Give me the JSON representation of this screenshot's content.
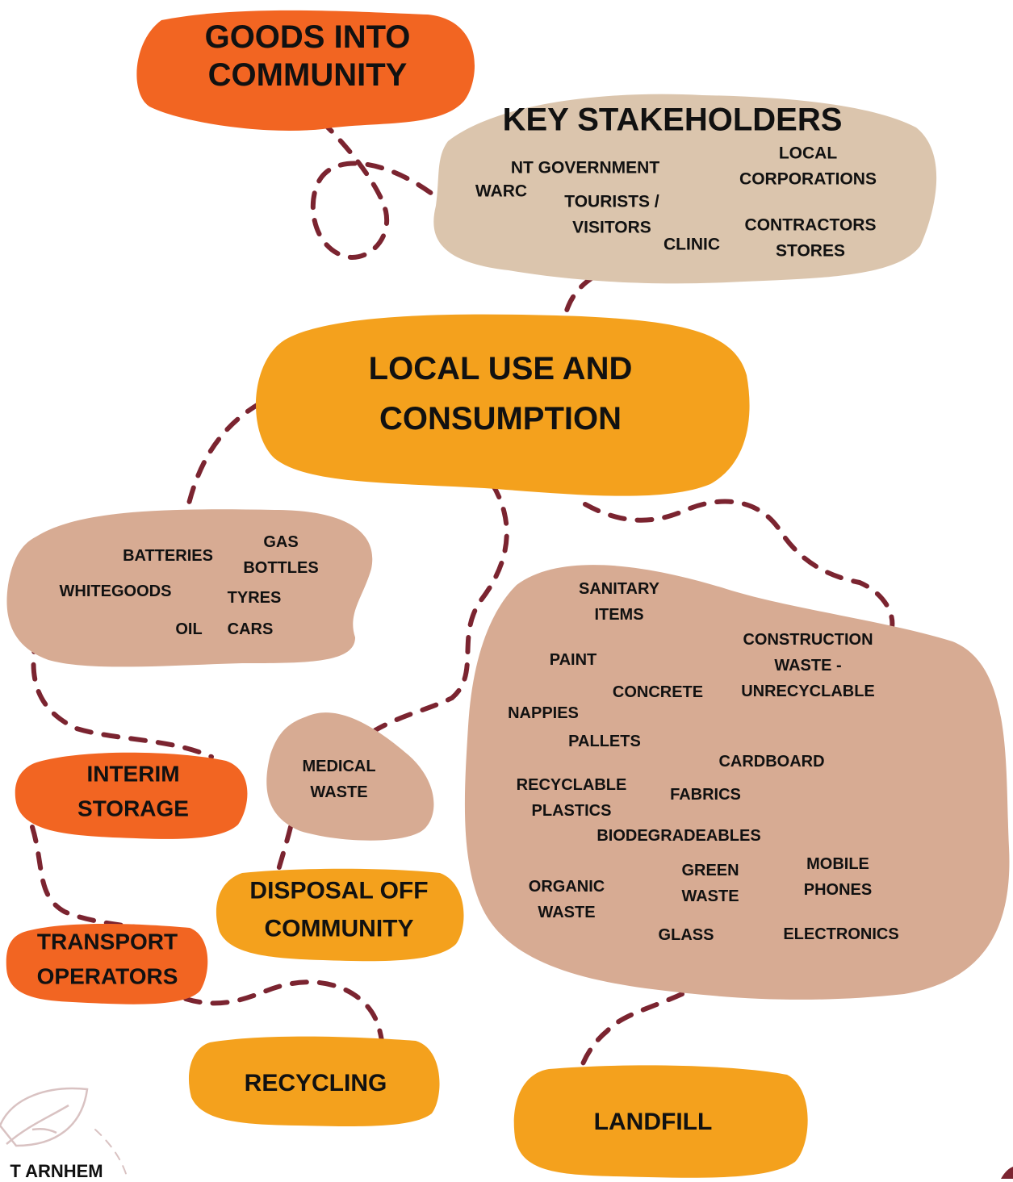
{
  "colors": {
    "dark_orange": "#f26522",
    "orange": "#f4a11d",
    "beige": "#dbc5ad",
    "tan": "#d7ab93",
    "connector": "#7b2430",
    "leaf": "#d9c2c2"
  },
  "nodes": {
    "goods_into_community": "GOODS INTO\nCOMMUNITY",
    "key_stakeholders": {
      "title": "KEY  STAKEHOLDERS",
      "items": [
        "NT GOVERNMENT",
        "WARC",
        "TOURISTS /\nVISITORS",
        "CLINIC",
        "LOCAL\nCORPORATIONS",
        "CONTRACTORS\nSTORES"
      ]
    },
    "local_use": "LOCAL USE AND\nCONSUMPTION",
    "hazardous_items": [
      "BATTERIES",
      "GAS\nBOTTLES",
      "WHITEGOODS",
      "TYRES",
      "OIL",
      "CARS"
    ],
    "medical_waste": "MEDICAL\nWASTE",
    "general_waste_items": [
      "SANITARY\nITEMS",
      "CONSTRUCTION\nWASTE -\nUNRECYCLABLE",
      "PAINT",
      "CONCRETE",
      "NAPPIES",
      "PALLETS",
      "CARDBOARD",
      "RECYCLABLE\nPLASTICS",
      "FABRICS",
      "BIODEGRADEABLES",
      "ORGANIC\nWASTE",
      "GREEN\nWASTE",
      "MOBILE\nPHONES",
      "GLASS",
      "ELECTRONICS"
    ],
    "interim_storage": "INTERIM\nSTORAGE",
    "transport_operators": "TRANSPORT\nOPERATORS",
    "disposal_off_community": "DISPOSAL OFF\nCOMMUNITY",
    "recycling": "RECYCLING",
    "landfill": "LANDFILL"
  },
  "logo": {
    "icon": "leaf-icon",
    "text_fragment": "T ARNHEM"
  }
}
